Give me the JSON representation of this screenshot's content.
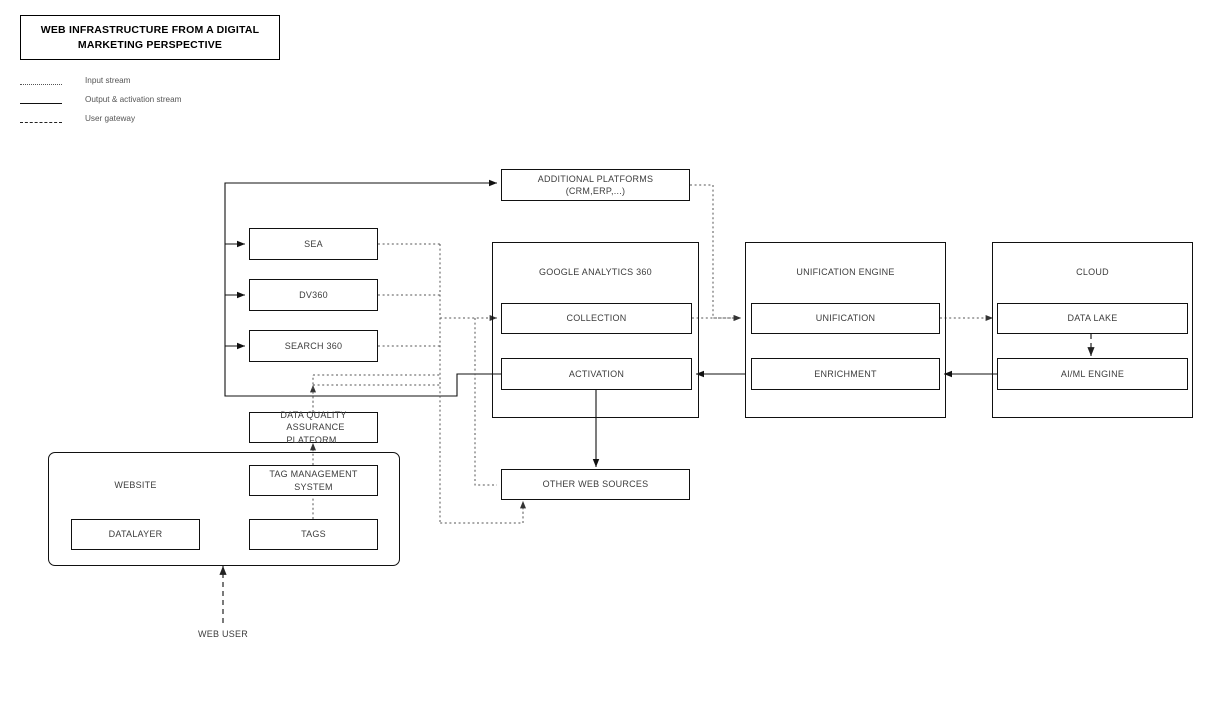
{
  "title": {
    "text": "WEB INFRASTRUCTURE FROM A DIGITAL MARKETING PERSPECTIVE"
  },
  "legend": {
    "items": [
      {
        "label": "Input stream",
        "style": "dotted"
      },
      {
        "label": "Output & activation stream",
        "style": "solid"
      },
      {
        "label": "User gateway",
        "style": "dashed"
      }
    ]
  },
  "nodes": {
    "additional_platforms": "ADDITIONAL PLATFORMS\n(CRM,ERP,...)",
    "additional_platforms_l1": "ADDITIONAL PLATFORMS",
    "additional_platforms_l2": "(CRM,ERP,...)",
    "sea": "SEA",
    "dv360": "DV360",
    "search360": "SEARCH 360",
    "ga360_group": "GOOGLE ANALYTICS 360",
    "collection": "COLLECTION",
    "activation": "ACTIVATION",
    "unification_group": "UNIFICATION ENGINE",
    "unification": "UNIFICATION",
    "enrichment": "ENRICHMENT",
    "cloud_group": "CLOUD",
    "data_lake": "DATA LAKE",
    "ai_ml_engine": "AI/ML ENGINE",
    "other_web_sources": "OTHER WEB SOURCES",
    "dqap_l1": "DATA QUALITY",
    "dqap_l2": "ASSURANCE PLATFORM",
    "website_group": "WEBSITE",
    "tms_l1": "TAG MANAGEMENT",
    "tms_l2": "SYSTEM",
    "datalayer": "DATALAYER",
    "tags": "TAGS",
    "web_user": "WEB USER"
  },
  "colors": {
    "stroke": "#111111",
    "text": "#3c3c3c",
    "dotted": "#555555",
    "background": "#ffffff"
  },
  "chart_data": {
    "type": "diagram",
    "title": "WEB INFRASTRUCTURE FROM A DIGITAL MARKETING PERSPECTIVE",
    "edges": [
      {
        "from": "activation-bus",
        "to": "additional-platforms",
        "style": "solid"
      },
      {
        "from": "activation-bus",
        "to": "sea",
        "style": "solid"
      },
      {
        "from": "activation-bus",
        "to": "dv360",
        "style": "solid"
      },
      {
        "from": "activation-bus",
        "to": "search-360",
        "style": "solid"
      },
      {
        "from": "sea",
        "to": "collection",
        "style": "dotted"
      },
      {
        "from": "dv360",
        "to": "collection",
        "style": "dotted"
      },
      {
        "from": "search-360",
        "to": "collection",
        "style": "dotted"
      },
      {
        "from": "additional-platforms",
        "to": "unification",
        "style": "dotted"
      },
      {
        "from": "collection",
        "to": "unification",
        "style": "dotted"
      },
      {
        "from": "unification",
        "to": "data-lake",
        "style": "dotted"
      },
      {
        "from": "data-lake",
        "to": "ai-ml-engine",
        "style": "dashed"
      },
      {
        "from": "ai-ml-engine",
        "to": "enrichment",
        "style": "solid"
      },
      {
        "from": "enrichment",
        "to": "activation",
        "style": "solid"
      },
      {
        "from": "activation",
        "to": "other-web-sources",
        "style": "solid"
      },
      {
        "from": "activation",
        "to": "activation-bus",
        "style": "solid"
      },
      {
        "from": "other-web-sources",
        "to": "collection",
        "style": "dotted"
      },
      {
        "from": "tags",
        "to": "tag-management-system",
        "style": "dotted"
      },
      {
        "from": "tag-management-system",
        "to": "data-quality-assurance-platform",
        "style": "dotted"
      },
      {
        "from": "data-quality-assurance-platform",
        "to": "collection",
        "style": "dotted"
      },
      {
        "from": "web-user",
        "to": "website",
        "style": "dashed"
      }
    ]
  }
}
